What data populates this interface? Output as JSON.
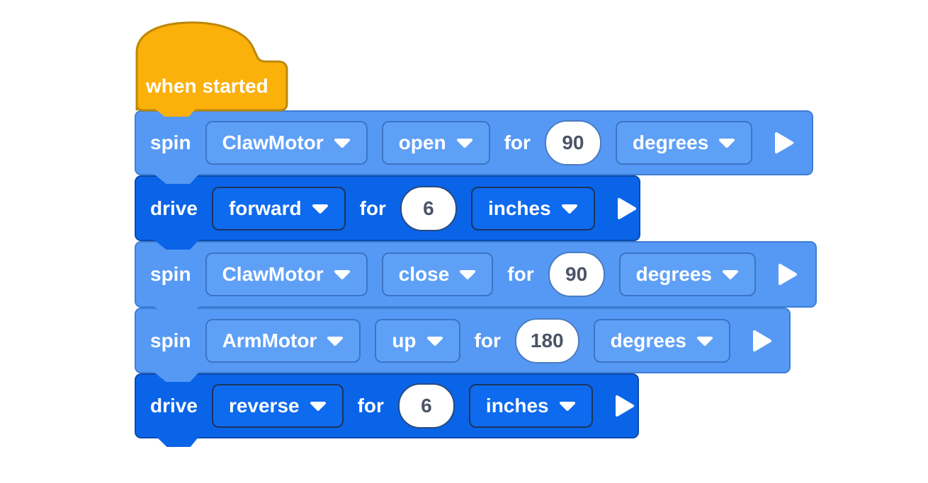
{
  "palette": {
    "event_fill": "#FBB00A",
    "event_stroke": "#BC8808",
    "motor_fill": "#5699F5",
    "motor_stroke": "#3E7DD4",
    "drive_fill": "#0A64E8",
    "drive_stroke": "#0B4AAE",
    "input_fill": "#FFFFFF",
    "input_text": "#4C5366",
    "block_text": "#FFFFFF"
  },
  "hat_block": {
    "label": "when started"
  },
  "blocks": [
    {
      "type": "spin",
      "label": "spin",
      "motor": "ClawMotor",
      "direction": "open",
      "for_label": "for",
      "value": "90",
      "unit": "degrees"
    },
    {
      "type": "drive",
      "label": "drive",
      "direction": "forward",
      "for_label": "for",
      "value": "6",
      "unit": "inches"
    },
    {
      "type": "spin",
      "label": "spin",
      "motor": "ClawMotor",
      "direction": "close",
      "for_label": "for",
      "value": "90",
      "unit": "degrees"
    },
    {
      "type": "spin",
      "label": "spin",
      "motor": "ArmMotor",
      "direction": "up",
      "for_label": "for",
      "value": "180",
      "unit": "degrees"
    },
    {
      "type": "drive",
      "label": "drive",
      "direction": "reverse",
      "for_label": "for",
      "value": "6",
      "unit": "inches"
    }
  ],
  "icons": {
    "dropdown_arrow": "dropdown-arrow-icon",
    "play": "play-icon"
  }
}
